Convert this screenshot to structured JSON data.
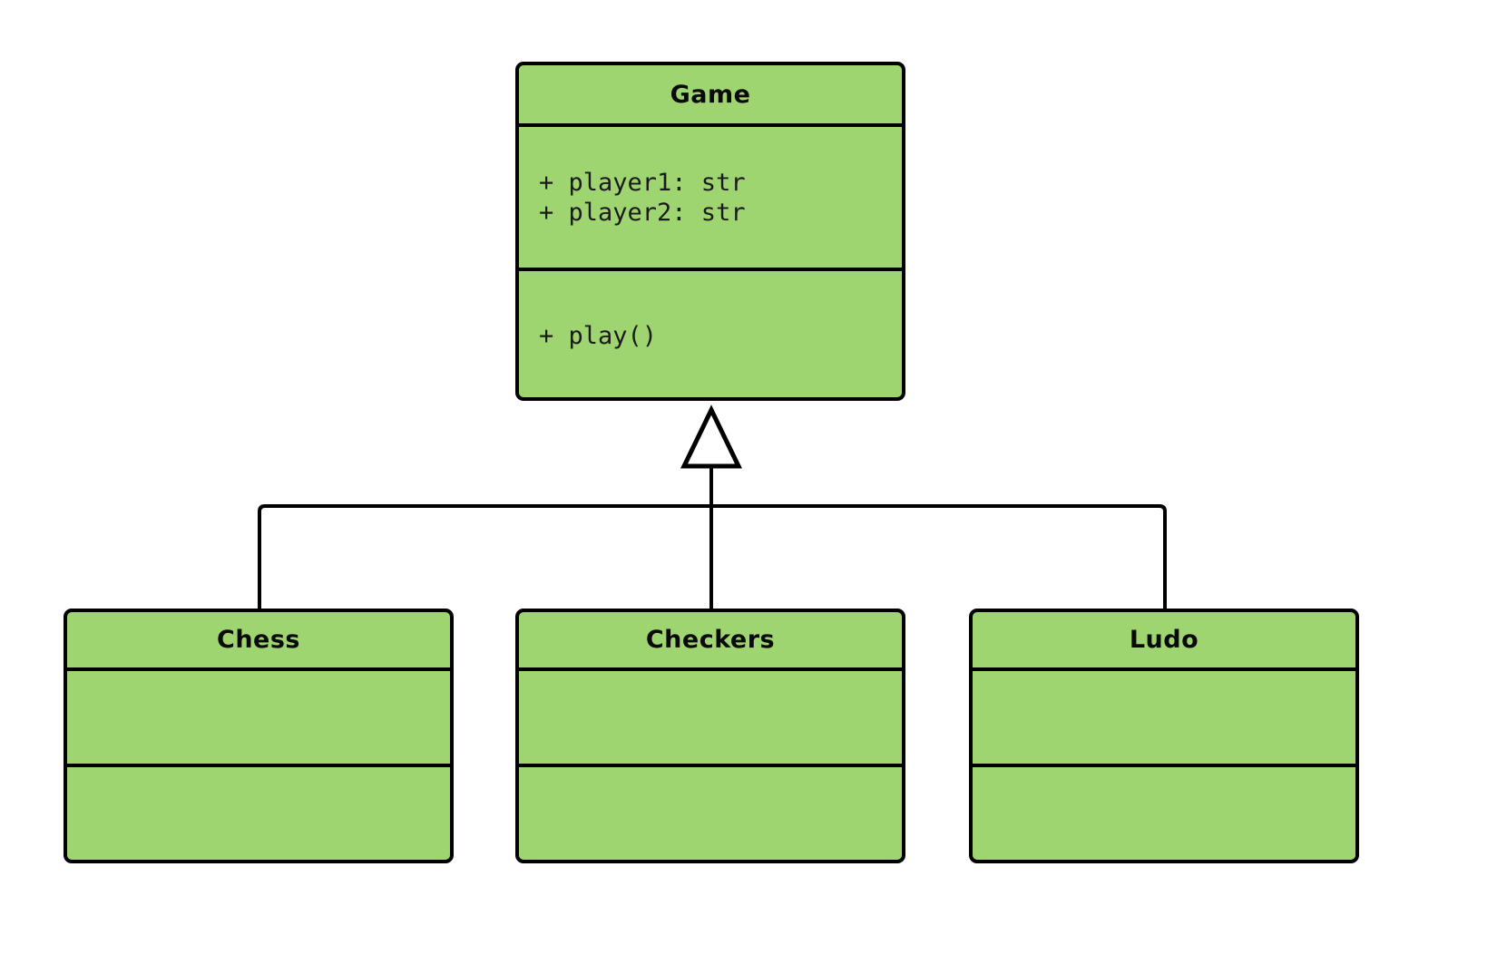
{
  "diagram": {
    "type": "uml-class-diagram",
    "relationship": "generalization",
    "fill_color": "#9fd570",
    "border_color": "#000000",
    "background_color": "#ffffff",
    "text_color": "#1a1a1a"
  },
  "classes": {
    "game": {
      "name": "Game",
      "attributes": [
        "+ player1: str",
        "+ player2: str"
      ],
      "methods": [
        "+ play()"
      ]
    },
    "chess": {
      "name": "Chess",
      "attributes": [],
      "methods": []
    },
    "checkers": {
      "name": "Checkers",
      "attributes": [],
      "methods": []
    },
    "ludo": {
      "name": "Ludo",
      "attributes": [],
      "methods": []
    }
  }
}
